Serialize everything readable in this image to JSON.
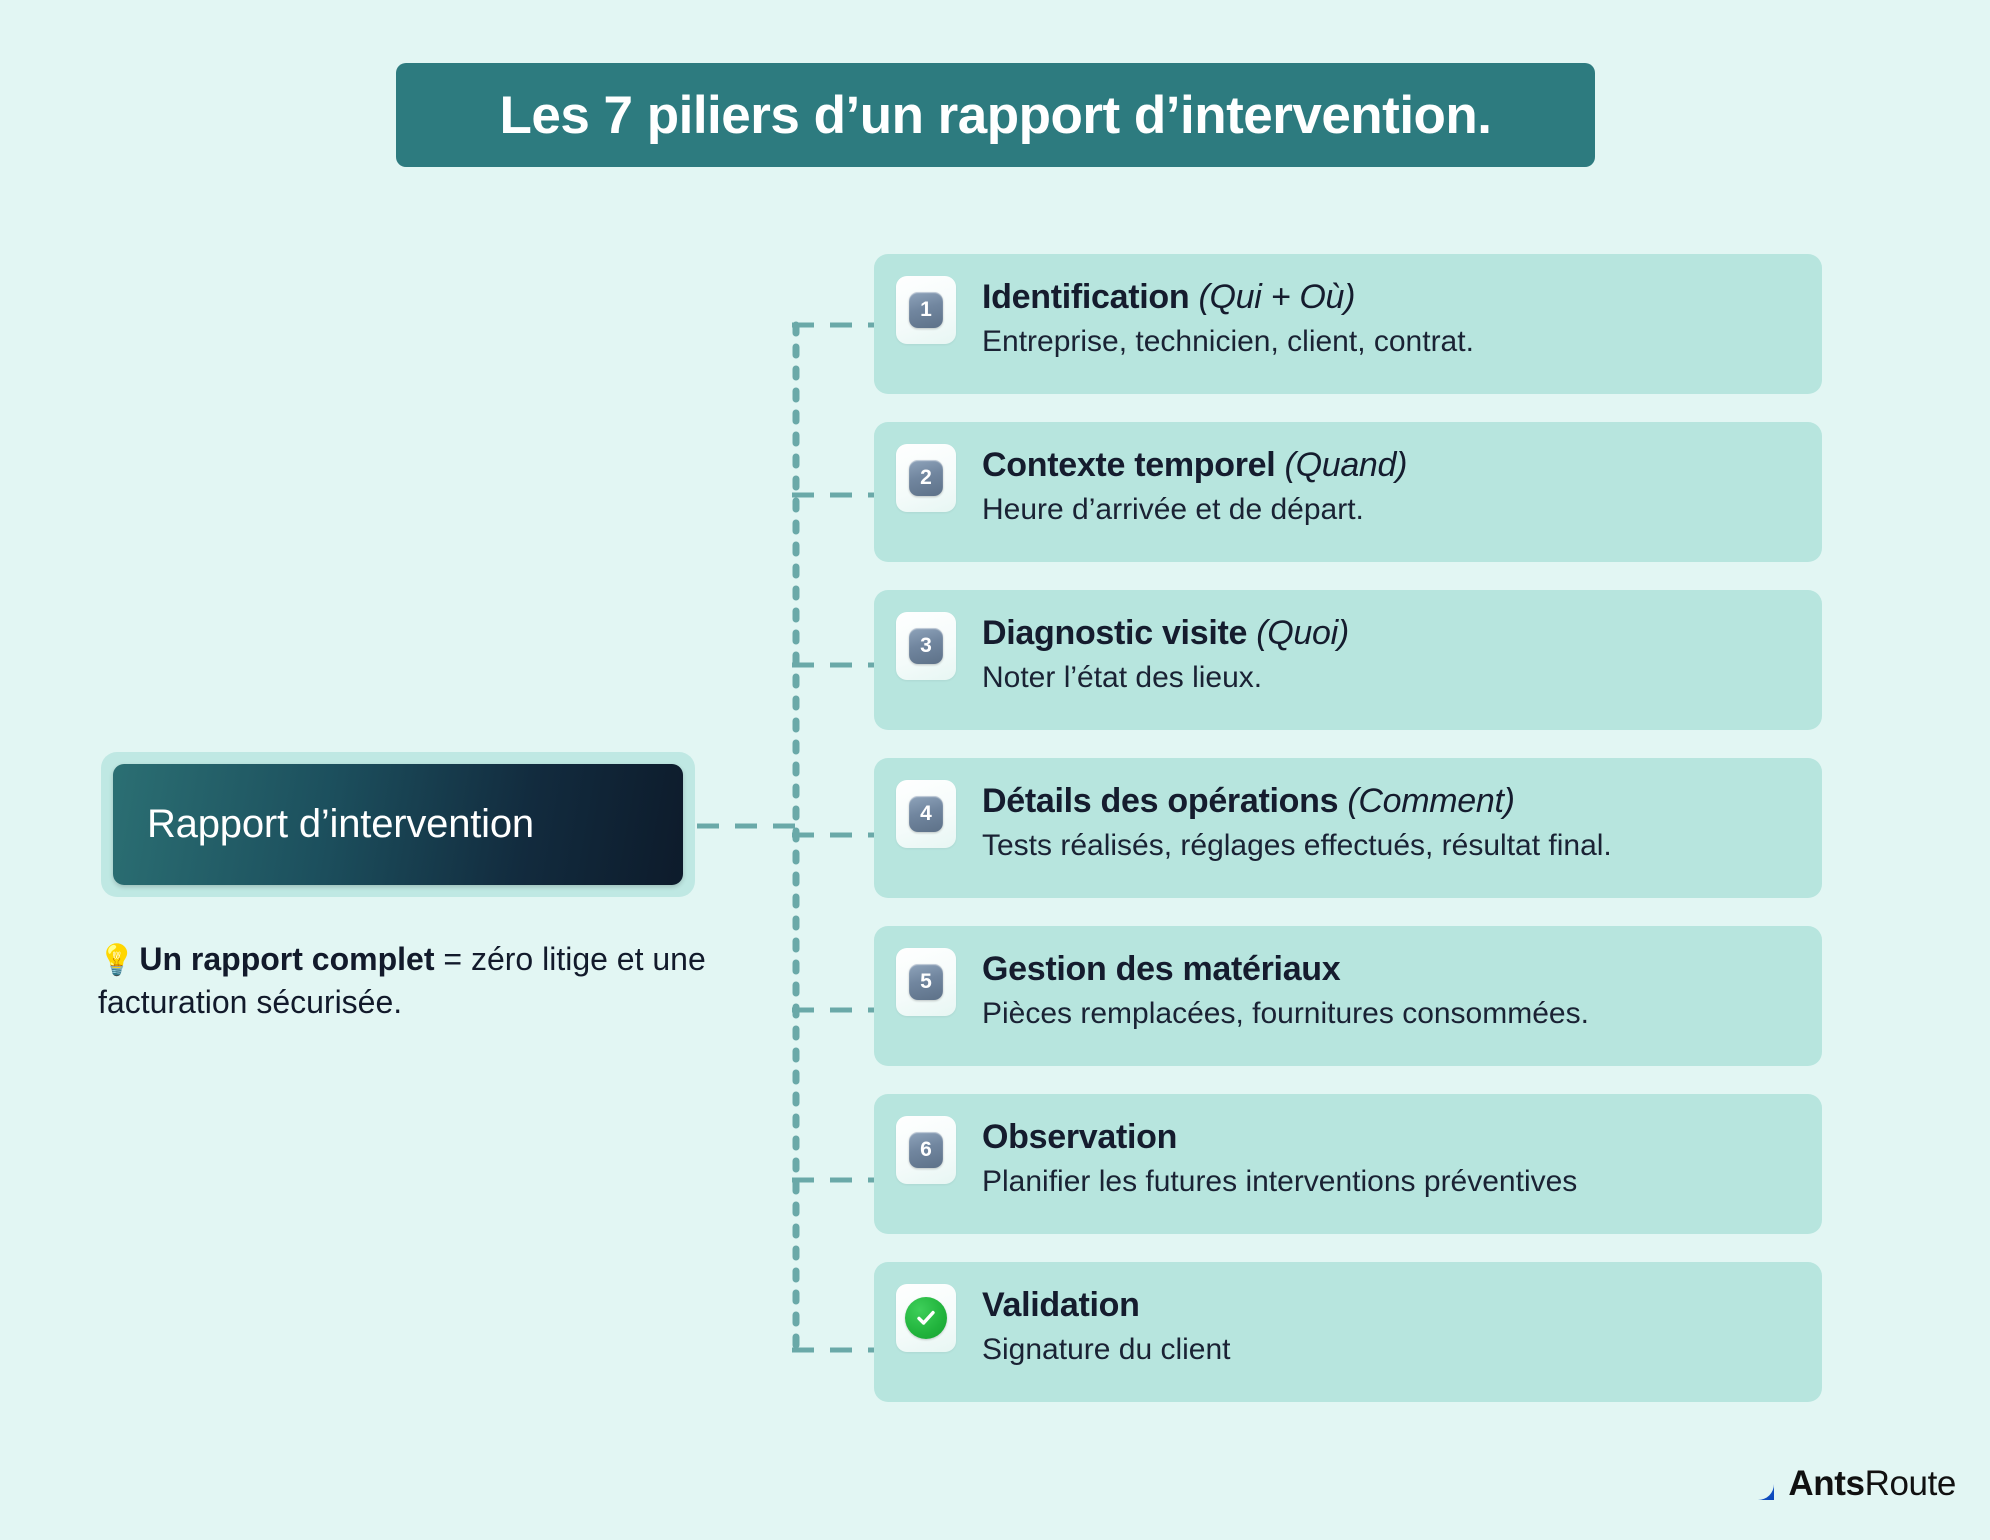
{
  "title": {
    "text": "Les 7 piliers d’un rapport d’intervention."
  },
  "center": {
    "label": "Rapport d’intervention",
    "note_icon": "💡",
    "note_bold": "Un rapport complet",
    "note_rest": " = zéro litige et une facturation sécurisée."
  },
  "colors": {
    "background": "#e2f6f3",
    "title_bar": "#2d7b7f",
    "card": "#b7e5de",
    "center_wrap": "#bfe8e3",
    "connector": "#6aa9a8",
    "badge": "#71869f",
    "validation_green": "#21b33c",
    "logo_blue": "#1565d8",
    "text_dark": "#151c2e"
  },
  "pillars": [
    {
      "badge": "1",
      "badge_kind": "number",
      "title": "Identification ",
      "paren": "(Qui + Où)",
      "desc": "Entreprise, technicien, client, contrat."
    },
    {
      "badge": "2",
      "badge_kind": "number",
      "title": "Contexte temporel ",
      "paren": "(Quand)",
      "desc": "Heure d’arrivée et de départ."
    },
    {
      "badge": "3",
      "badge_kind": "number",
      "title": "Diagnostic visite ",
      "paren": "(Quoi)",
      "desc": "Noter l’état des lieux."
    },
    {
      "badge": "4",
      "badge_kind": "number",
      "title": "Détails des opérations ",
      "paren": "(Comment)",
      "desc": "Tests réalisés, réglages effectués, résultat final."
    },
    {
      "badge": "5",
      "badge_kind": "number",
      "title": "Gestion des matériaux",
      "paren": "",
      "desc": "Pièces remplacées, fournitures consommées."
    },
    {
      "badge": "6",
      "badge_kind": "number",
      "title": "Observation",
      "paren": "",
      "desc": "Planifier les futures interventions préventives"
    },
    {
      "badge": "check-icon",
      "badge_kind": "check",
      "title": "Validation",
      "paren": "",
      "desc": "Signature du client"
    }
  ],
  "logo": {
    "mark": "antsroute-logo-icon",
    "name_bold": "Ants",
    "name_regular": "Route"
  }
}
